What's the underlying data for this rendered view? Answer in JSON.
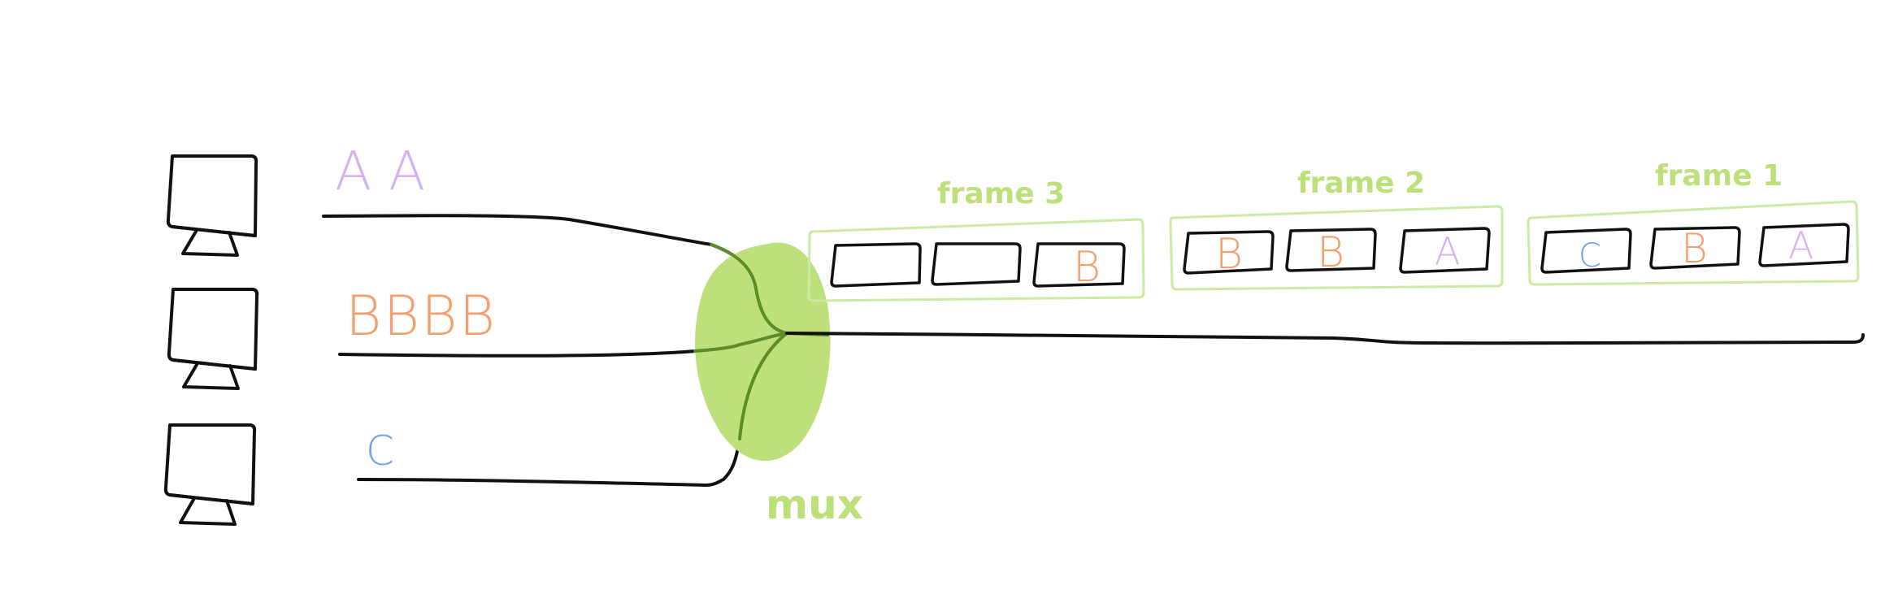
{
  "colors": {
    "ink": "#111111",
    "mux": "#bde07b",
    "mux_line": "#5e8c2a",
    "frame": "#cdeaa4",
    "a": "#d7b0f2",
    "b": "#f4a06e",
    "c": "#6fa0ee"
  },
  "sources": [
    {
      "id": "source-a",
      "data": "A A",
      "color_key": "a"
    },
    {
      "id": "source-b",
      "data": "BBBB",
      "color_key": "b"
    },
    {
      "id": "source-c",
      "data": "C",
      "color_key": "c"
    }
  ],
  "mux": {
    "label": "mux"
  },
  "frames": [
    {
      "title": "frame 3",
      "slots": [
        "",
        "",
        "B"
      ]
    },
    {
      "title": "frame 2",
      "slots": [
        "B",
        "B",
        "A"
      ]
    },
    {
      "title": "frame 1",
      "slots": [
        "C",
        "B",
        "A"
      ]
    }
  ]
}
